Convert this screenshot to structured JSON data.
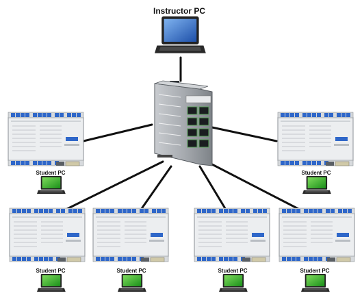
{
  "diagram": {
    "instructor_label": "Instructor PC",
    "student_label": "Student PC",
    "student_count": 6,
    "switch_ports": 8,
    "colors": {
      "link": "#111111",
      "controller_body": "#f2f3f4",
      "terminal_blue": "#2f67c9",
      "switch_body": "#9ea3a8",
      "laptop_screen_instructor": "#3a7bd5",
      "laptop_screen_student": "#2fae2f",
      "label": "#111111"
    }
  }
}
